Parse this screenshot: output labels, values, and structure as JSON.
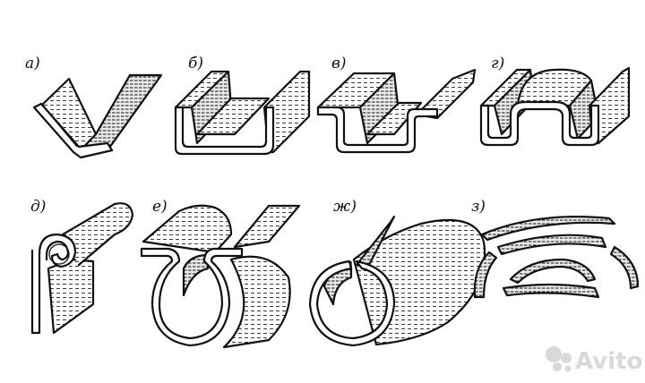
{
  "labels": {
    "a": "а)",
    "b": "б)",
    "v": "в)",
    "g": "г)",
    "d": "д)",
    "e": "е)",
    "zh": "ж)",
    "z": "з)"
  },
  "watermark": {
    "icon": "avito-logo-icon",
    "text": "Avito"
  },
  "colors": {
    "ink": "#111111",
    "paper": "#ffffff",
    "watermark": "#d9d9d9"
  }
}
